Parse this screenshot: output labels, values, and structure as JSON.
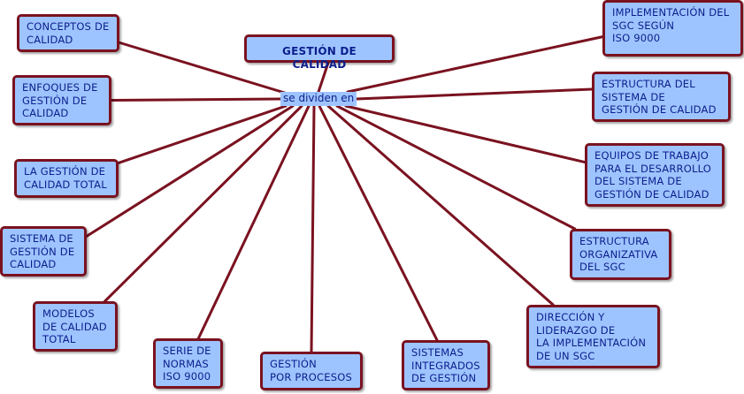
{
  "root": {
    "label": "GESTIÓN DE CALIDAD"
  },
  "linking_phrase": "se dividen en",
  "line_color": "#7a1220",
  "node_fill": "#9ec4ff",
  "text_color": "#0c1e8c",
  "concepts": [
    {
      "id": "conceptos",
      "label": "CONCEPTOS DE\nCALIDAD"
    },
    {
      "id": "enfoques",
      "label": "ENFOQUES DE\nGESTIÓN DE\nCALIDAD"
    },
    {
      "id": "total",
      "label": "LA GESTIÓN DE\nCALIDAD TOTAL"
    },
    {
      "id": "sistema",
      "label": "SISTEMA DE\nGESTIÓN DE\nCALIDAD"
    },
    {
      "id": "modelos",
      "label": "MODELOS\nDE CALIDAD\nTOTAL"
    },
    {
      "id": "serie",
      "label": "SERIE DE\nNORMAS\nISO 9000"
    },
    {
      "id": "procesos",
      "label": "GESTIÓN\nPOR PROCESOS"
    },
    {
      "id": "integrados",
      "label": "SISTEMAS\nINTEGRADOS\nDE GESTIÓN"
    },
    {
      "id": "direccion",
      "label": "DIRECCIÓN Y\nLIDERAZGO DE\nLA IMPLEMENTACIÓN\nDE UN SGC"
    },
    {
      "id": "organizativa",
      "label": "ESTRUCTURA\nORGANIZATIVA\nDEL SGC"
    },
    {
      "id": "equipos",
      "label": "EQUIPOS DE TRABAJO\nPARA EL DESARROLLO\nDEL SISTEMA DE\nGESTIÓN DE CALIDAD"
    },
    {
      "id": "estructura",
      "label": "ESTRUCTURA DEL\nSISTEMA DE\nGESTIÓN DE CALIDAD"
    },
    {
      "id": "implementacion",
      "label": "IMPLEMENTACIÓN DEL\nSGC SEGÚN\nISO 9000"
    }
  ]
}
